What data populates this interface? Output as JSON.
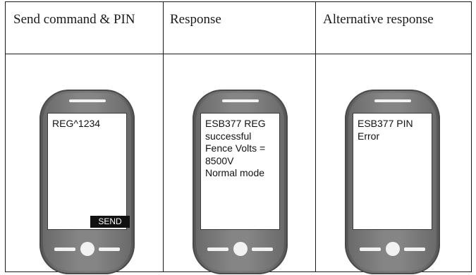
{
  "table": {
    "headers": [
      "Send command & PIN",
      "Response",
      "Alternative response"
    ]
  },
  "phones": [
    {
      "screen_text": "REG^1234",
      "button_label": "SEND"
    },
    {
      "screen_text": "ESB377 REG\nsuccessful\nFence Volts =\n8500V\nNormal mode"
    },
    {
      "screen_text": "ESB377 PIN\nError"
    }
  ],
  "colors": {
    "phone_body": "#7c7c7c",
    "screen": "#ffffff",
    "button": "#111111",
    "rule": "#1a1a1a"
  }
}
